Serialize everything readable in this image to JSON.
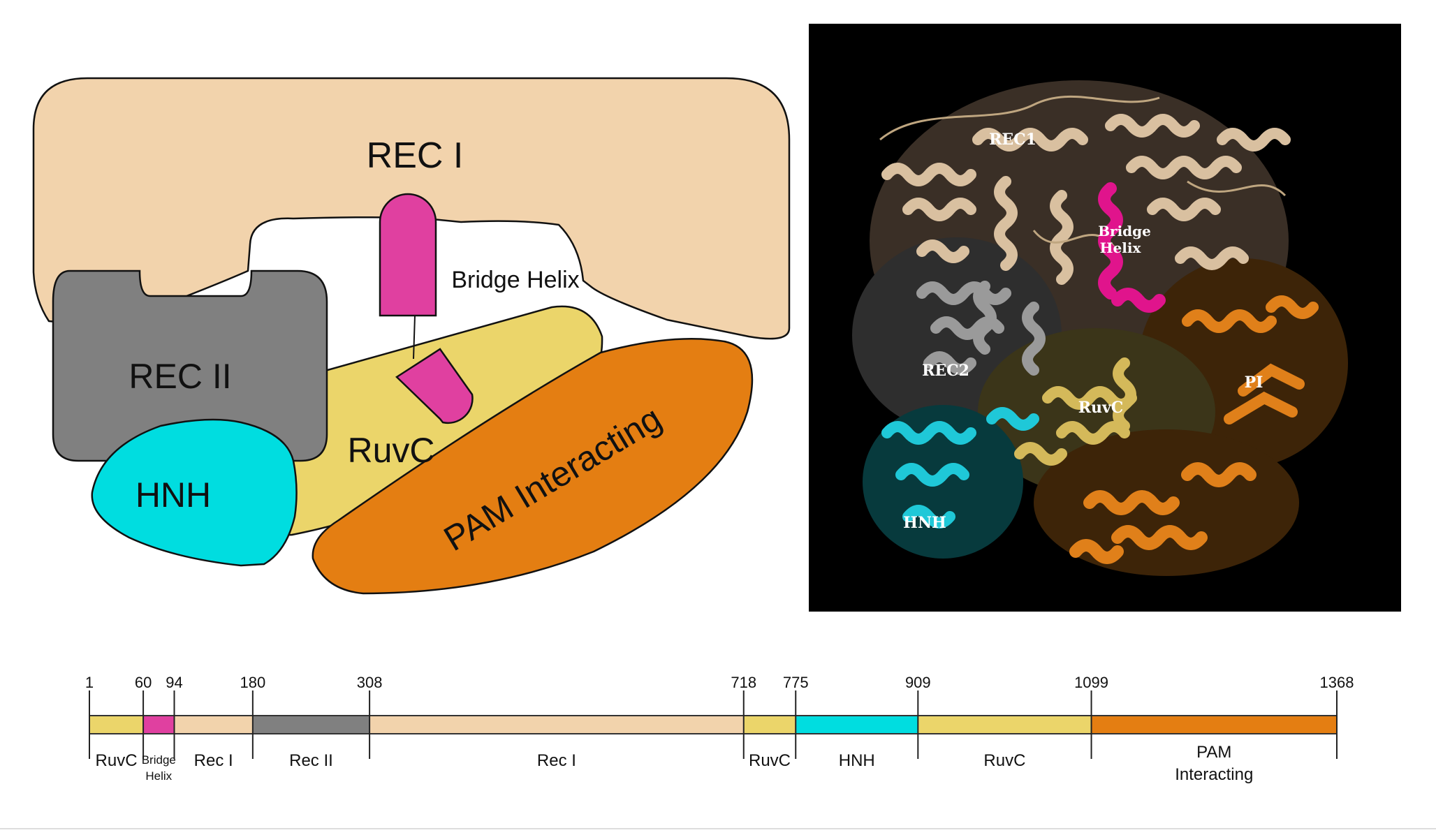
{
  "schematic": {
    "labels": {
      "rec1": "REC I",
      "rec2": "REC II",
      "bridge_helix": "Bridge Helix",
      "ruvc": "RuvC",
      "hnh": "HNH",
      "pam": "PAM Interacting"
    },
    "colors": {
      "rec1": "#F2D3AC",
      "rec2": "#808080",
      "bridge_helix": "#E040A0",
      "ruvc": "#EBD56A",
      "hnh": "#00DDE0",
      "pam": "#E47E12"
    }
  },
  "structure": {
    "labels": {
      "rec1": "REC1",
      "bridge_line1": "Bridge",
      "bridge_line2": "Helix",
      "rec2": "REC2",
      "ruvc": "RuvC",
      "pi": "PI",
      "hnh": "HNH"
    }
  },
  "sequence_map": {
    "total": 1368,
    "ticks": [
      1,
      60,
      94,
      180,
      308,
      718,
      775,
      909,
      1099,
      1368
    ],
    "segments": [
      {
        "start": 1,
        "end": 60,
        "label": "RuvC",
        "color": "#EBD56A"
      },
      {
        "start": 60,
        "end": 94,
        "label": "Bridge Helix",
        "line1": "Bridge",
        "line2": "Helix",
        "color": "#E040A0"
      },
      {
        "start": 94,
        "end": 180,
        "label": "Rec I",
        "color": "#F2D3AC"
      },
      {
        "start": 180,
        "end": 308,
        "label": "Rec II",
        "color": "#808080"
      },
      {
        "start": 308,
        "end": 718,
        "label": "Rec I",
        "color": "#F2D3AC"
      },
      {
        "start": 718,
        "end": 775,
        "label": "RuvC",
        "color": "#EBD56A"
      },
      {
        "start": 775,
        "end": 909,
        "label": "HNH",
        "color": "#00DDE0"
      },
      {
        "start": 909,
        "end": 1099,
        "label": "RuvC",
        "color": "#EBD56A"
      },
      {
        "start": 1099,
        "end": 1368,
        "label": "PAM Interacting",
        "line1": "PAM",
        "line2": "Interacting",
        "color": "#E47E12"
      }
    ]
  }
}
